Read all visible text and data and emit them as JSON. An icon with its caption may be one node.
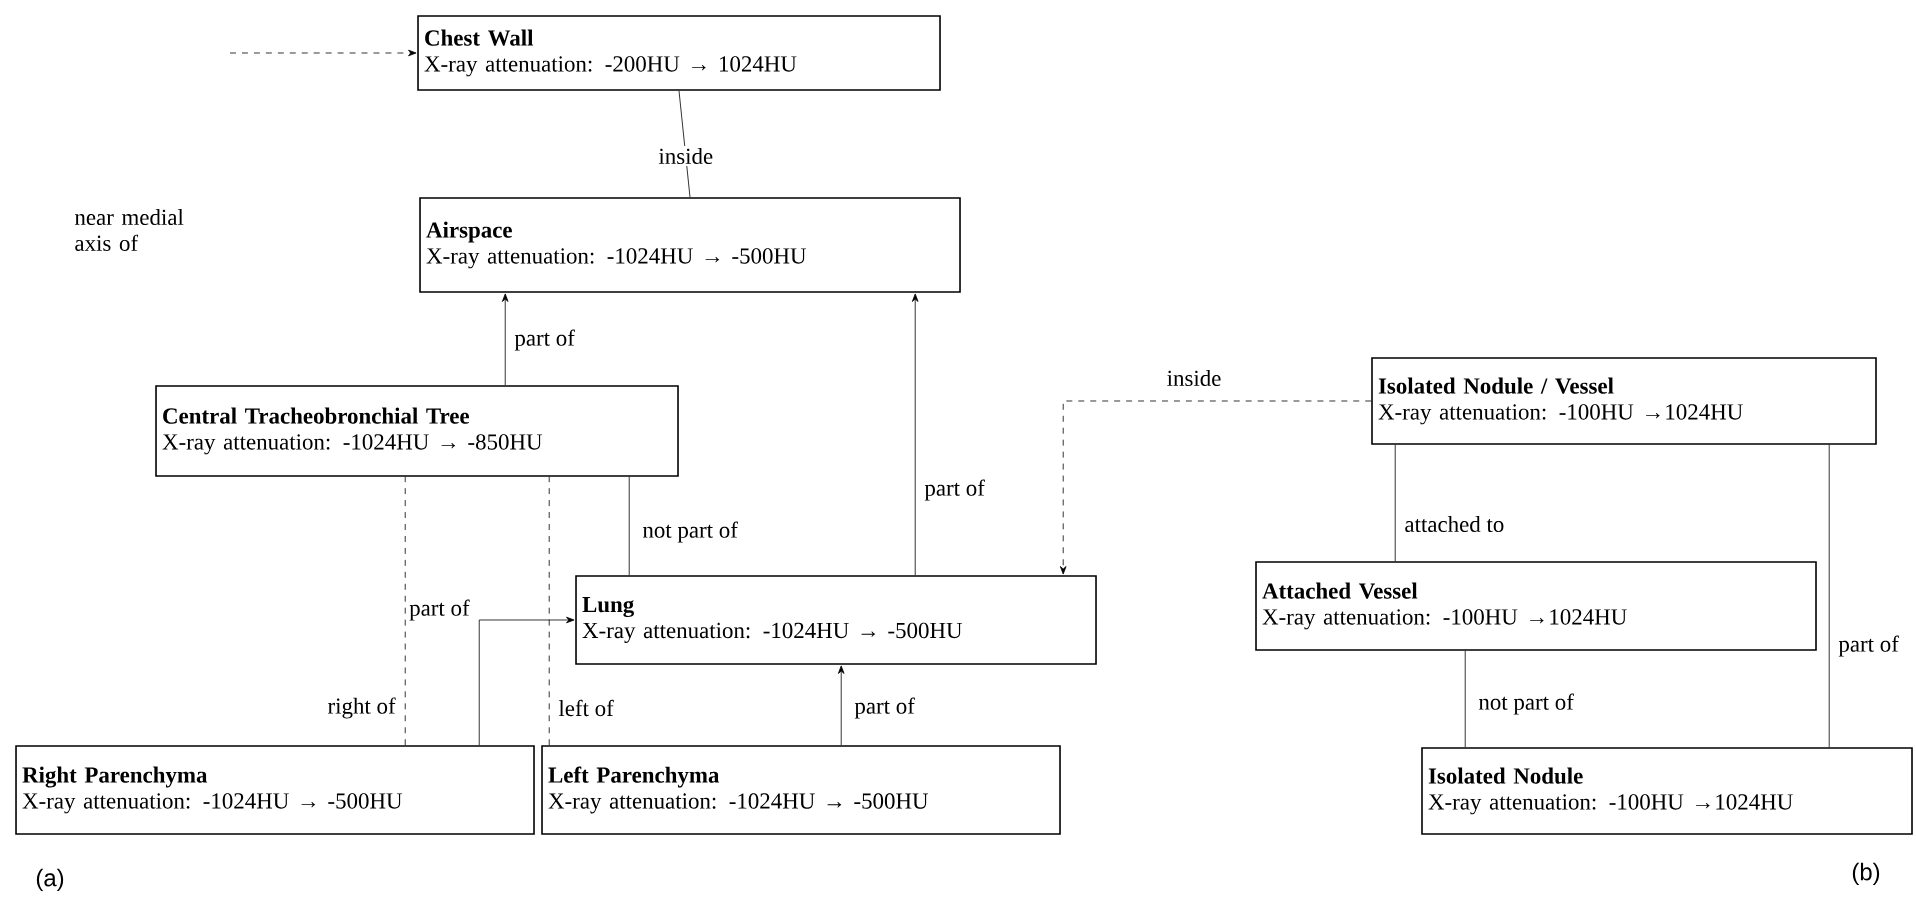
{
  "diagram": {
    "nodes": [
      {
        "text": [
          "Chest Wall",
          "X-ray attenuation: -200HU → 1024HU"
        ]
      },
      {
        "text": [
          "Airspace",
          "X-ray attenuation: -1024HU → -500HU"
        ]
      },
      {
        "text": [
          "Central Tracheobronchial Tree",
          "X-ray attenuation: -1024HU → -850HU"
        ]
      },
      {
        "text": [
          "Lung",
          "X-ray attenuation: -1024HU → -500HU"
        ]
      },
      {
        "text": [
          "Right Parenchyma",
          "X-ray attenuation: -1024HU → -500HU"
        ]
      },
      {
        "text": [
          "Left Parenchyma",
          "X-ray attenuation: -1024HU → -500HU"
        ]
      },
      {
        "text": [
          "Isolated Nodule / Vessel",
          "X-ray attenuation: -100HU →1024HU"
        ]
      },
      {
        "text": [
          "Attached Vessel",
          "X-ray attenuation: -100HU →1024HU"
        ]
      },
      {
        "text": [
          "Isolated Nodule",
          "X-ray attenuation: -100HU →1024HU"
        ]
      }
    ],
    "edges": [
      {
        "from": null,
        "to": 0,
        "arrow": "to",
        "style": "dashed"
      },
      {
        "from": 1,
        "to": 0,
        "arrow": "none",
        "label": "inside"
      },
      {
        "from": 2,
        "to": 1,
        "arrow": "to",
        "label": "part of"
      },
      {
        "from": 3,
        "to": 1,
        "arrow": "to",
        "label": "part of"
      },
      {
        "from": 3,
        "to": 2,
        "arrow": "none",
        "label": "not part of"
      },
      {
        "from": 4,
        "to": 3,
        "arrow": "to",
        "label": "part of"
      },
      {
        "from": 5,
        "to": 3,
        "arrow": "to",
        "label": "part of"
      },
      {
        "from": 4,
        "to": 2,
        "arrow": "none",
        "label": "right of",
        "style": "dashed"
      },
      {
        "from": 5,
        "to": 2,
        "arrow": "none",
        "label": "left of",
        "style": "dashed"
      },
      {
        "from": 6,
        "to": 3,
        "arrow": "to",
        "label": "inside",
        "style": "dashed"
      },
      {
        "from": 7,
        "to": 6,
        "arrow": "none",
        "label": "attached to"
      },
      {
        "from": 8,
        "to": 7,
        "arrow": "none",
        "label": "not part of"
      },
      {
        "from": 8,
        "to": 6,
        "arrow": "none",
        "label": "part of"
      }
    ],
    "labels": [
      "near medial axis of",
      "(a)",
      "(b)"
    ]
  }
}
